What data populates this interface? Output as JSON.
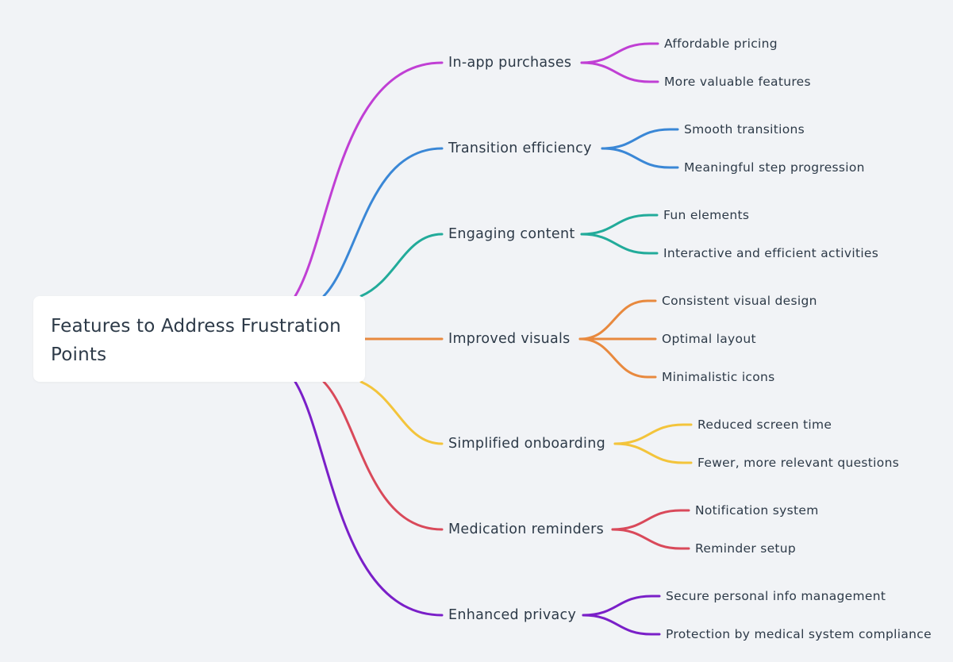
{
  "root": {
    "title": "Features to Address Frustration Points"
  },
  "branches": [
    {
      "label": "In-app purchases",
      "color": "#c03fd4",
      "children": [
        "Affordable pricing",
        "More valuable features"
      ]
    },
    {
      "label": "Transition efficiency",
      "color": "#3a87d6",
      "children": [
        "Smooth transitions",
        "Meaningful step progression"
      ]
    },
    {
      "label": "Engaging content",
      "color": "#22ab9a",
      "children": [
        "Fun elements",
        "Interactive and efficient activities"
      ]
    },
    {
      "label": "Improved visuals",
      "color": "#e8893e",
      "children": [
        "Consistent visual design",
        "Optimal layout",
        "Minimalistic icons"
      ]
    },
    {
      "label": "Simplified onboarding",
      "color": "#f3c43b",
      "children": [
        "Reduced screen time",
        "Fewer, more relevant questions"
      ]
    },
    {
      "label": "Medication reminders",
      "color": "#d9495a",
      "children": [
        "Notification system",
        "Reminder setup"
      ]
    },
    {
      "label": "Enhanced privacy",
      "color": "#7a1fc8",
      "children": [
        "Secure personal info management",
        "Protection by medical system compliance"
      ]
    }
  ]
}
